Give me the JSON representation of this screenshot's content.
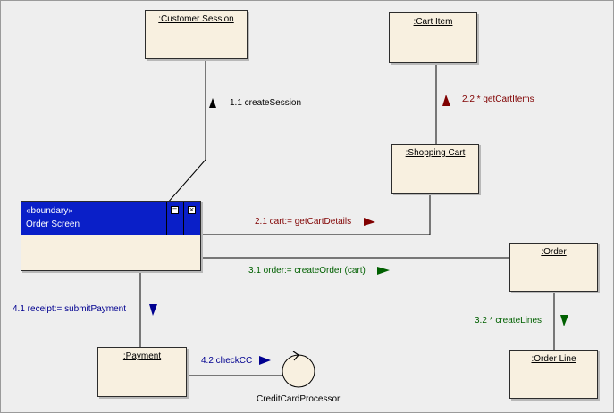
{
  "objects": {
    "customer_session": ":Customer Session",
    "cart_item": ":Cart Item",
    "shopping_cart": ":Shopping Cart",
    "order": ":Order",
    "order_line": ":Order Line",
    "payment": ":Payment"
  },
  "boundary": {
    "stereotype": "«boundary»",
    "name": "Order Screen",
    "minimize_glyph": "=",
    "close_glyph": "×"
  },
  "control": {
    "name": "CreditCardProcessor"
  },
  "messages": {
    "m1_1": "1.1 createSession",
    "m2_2": "2.2 * getCartItems",
    "m2_1": "2.1  cart:= getCartDetails",
    "m3_1": "3.1  order:= createOrder (cart)",
    "m3_2": "3.2 * createLines",
    "m4_1": "4.1  receipt:= submitPayment",
    "m4_2": "4.2 checkCC"
  },
  "colors": {
    "black": "#000000",
    "red": "#800000",
    "green": "#006000",
    "blue": "#000090",
    "boundary_bar": "#0a1fc8",
    "object_fill": "#f8f0e0"
  }
}
